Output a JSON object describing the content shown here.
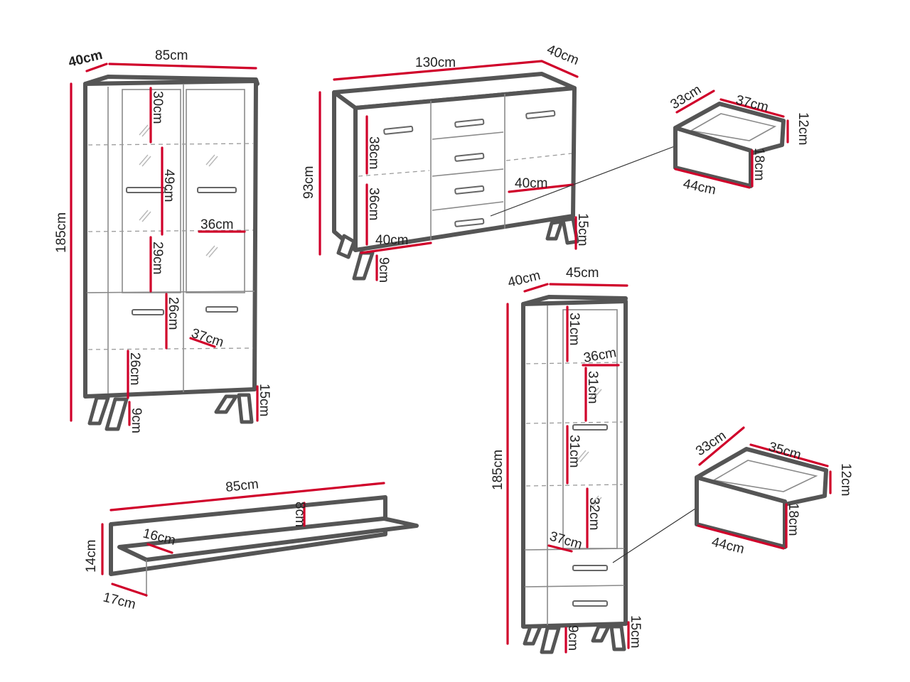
{
  "colors": {
    "measure_line": "#d0002a",
    "furniture_outline": "#555555",
    "text": "#222222"
  },
  "display_cabinet": {
    "width": "85cm",
    "depth": "40cm",
    "height": "185cm",
    "glass_shelf_1": "30cm",
    "glass_shelf_2": "49cm",
    "glass_shelf_3": "29cm",
    "shelf_depth": "36cm",
    "lower_compartment_1": "26cm",
    "lower_compartment_2": "26cm",
    "inner_depth": "37cm",
    "base_height": "15cm",
    "leg_height": "9cm"
  },
  "sideboard": {
    "width": "130cm",
    "depth": "40cm",
    "height": "93cm",
    "upper_compartment": "38cm",
    "lower_compartment": "36cm",
    "inner_depth_left": "40cm",
    "inner_depth_right": "40cm",
    "base_height": "15cm",
    "leg_height": "9cm"
  },
  "drawer_small": {
    "depth": "33cm",
    "inner_width": "37cm",
    "inner_height": "12cm",
    "front_height": "18cm",
    "front_width": "44cm"
  },
  "wall_shelf": {
    "width": "85cm",
    "height": "14cm",
    "depth": "17cm",
    "shelf_depth": "16cm",
    "back_height": "8cm"
  },
  "tall_cabinet": {
    "width": "45cm",
    "depth": "40cm",
    "height": "185cm",
    "compartment_1": "31cm",
    "compartment_2": "31cm",
    "compartment_3": "31cm",
    "compartment_4": "32cm",
    "shelf_depth": "36cm",
    "inner_depth": "37cm",
    "base_height": "15cm",
    "leg_height": "9cm"
  },
  "drawer_large": {
    "depth": "33cm",
    "inner_width": "35cm",
    "inner_height": "12cm",
    "front_height": "18cm",
    "front_width": "44cm"
  }
}
